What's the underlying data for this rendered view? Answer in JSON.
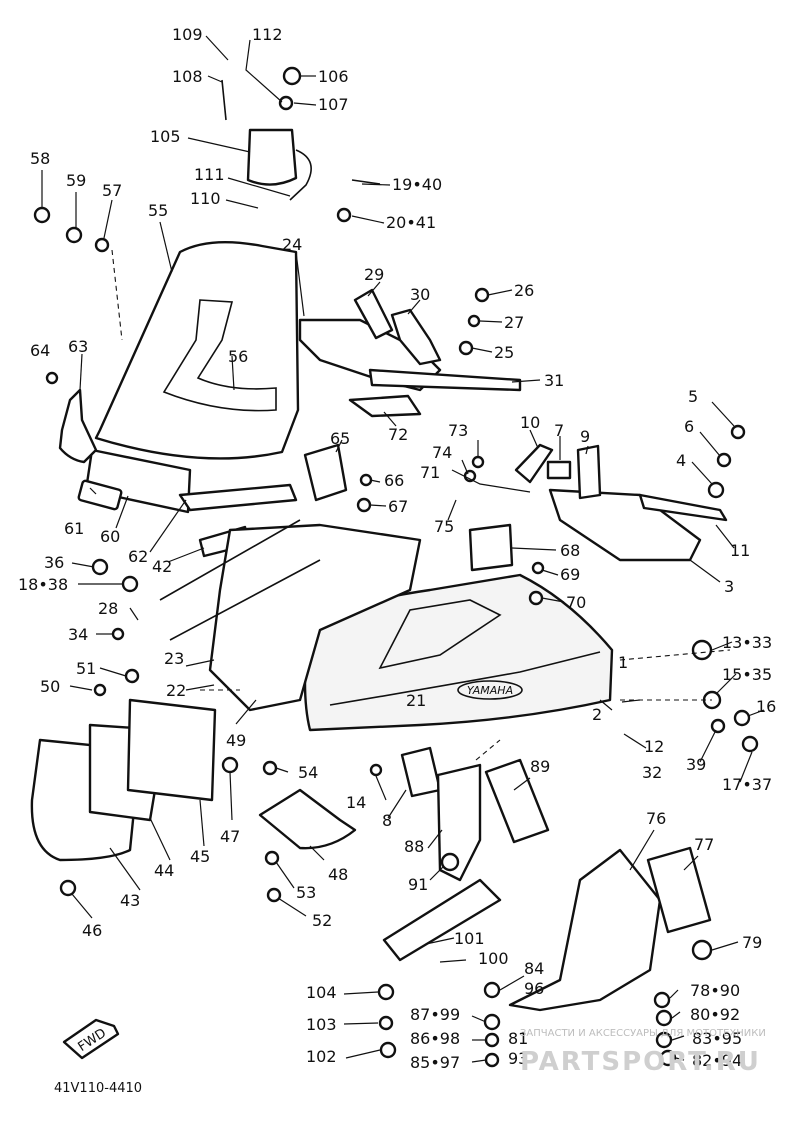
{
  "diagram": {
    "code": "41V110-4410",
    "fwd_label": "FWD",
    "emblem_text": "YAMAHA",
    "callouts": [
      "1",
      "2",
      "3",
      "4",
      "5",
      "6",
      "7",
      "8",
      "9",
      "10",
      "11",
      "12",
      "32",
      "13•33",
      "14",
      "15•35",
      "16",
      "17•37",
      "18•38",
      "19•40",
      "20•41",
      "21",
      "22",
      "23",
      "24",
      "25",
      "26",
      "27",
      "28",
      "29",
      "30",
      "31",
      "34",
      "36",
      "39",
      "42",
      "43",
      "44",
      "45",
      "46",
      "47",
      "48",
      "49",
      "50",
      "51",
      "52",
      "53",
      "54",
      "55",
      "56",
      "57",
      "58",
      "59",
      "60",
      "61",
      "62",
      "63",
      "64",
      "65",
      "66",
      "67",
      "68",
      "69",
      "70",
      "71",
      "72",
      "73",
      "74",
      "75",
      "76",
      "77",
      "78•90",
      "79",
      "80•92",
      "81",
      "93",
      "82•94",
      "83•95",
      "84",
      "96",
      "85•97",
      "86•98",
      "87•99",
      "88",
      "89",
      "91",
      "100",
      "101",
      "102",
      "103",
      "104",
      "105",
      "106",
      "107",
      "108",
      "109",
      "110",
      "111",
      "112"
    ]
  },
  "watermark": {
    "text": "ЗАПЧАСТИ И АКСЕССУАРЫ ДЛЯ МОТОТЕХНИКИ",
    "logo": "PARTSPORT.RU"
  }
}
